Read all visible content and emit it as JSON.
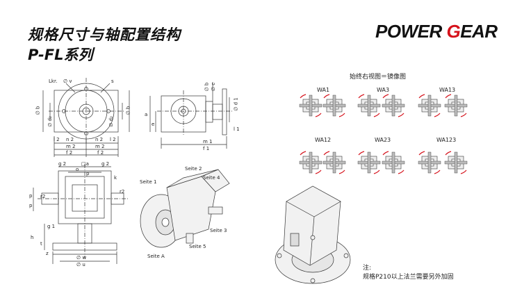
{
  "header": {
    "title": "规格尺寸与轴配置结构",
    "subtitle": "P-FL系列",
    "brand_prefix": "POWER ",
    "brand_highlight": "G",
    "brand_suffix": "EAR",
    "brand_accent_color": "#d6121b"
  },
  "front_view_labels": {
    "lkr": "Lkr.",
    "phi_v": "∅ v",
    "s": "s",
    "phi_b_left": "∅ b",
    "phi_b_right": "∅ b",
    "phi_d2_left": "∅ d₂",
    "phi_d2_right": "∅ d₂",
    "l2_left": "l 2",
    "n2_left": "n 2",
    "n2_right": "n 2",
    "l2_right": "l 2",
    "m2_left": "m 2",
    "m2_right": "m 2",
    "f2_left": "f 2",
    "f2_right": "f 2"
  },
  "side_view_labels": {
    "phi_b": "∅ b",
    "phi_c": "∅ c",
    "phi_d1": "∅ d 1",
    "a": "a",
    "e": "e",
    "l1": "l 1",
    "m1": "m 1",
    "f1": "f 1"
  },
  "bottom_view_labels": {
    "g2_left": "g 2",
    "square_a": "□a",
    "g2_right": "g 2",
    "o": "o",
    "p": "p",
    "k": "k",
    "r2_left": "r2",
    "r2_right": "r2",
    "p_left_1": "p",
    "p_left_2": "p",
    "g1": "g 1",
    "h": "h",
    "t": "t",
    "z": "z",
    "phi_w": "∅ w",
    "phi_u": "∅ u"
  },
  "isometric_labels": {
    "seite1": "Seite 1",
    "seite2": "Seite 2",
    "seite4": "Seite 4",
    "seite3": "Seite 3",
    "seite5": "Seite 5",
    "seiteA": "Seite A"
  },
  "configurations": {
    "caption": "始终右视图＝镜像图",
    "row1": [
      "WA1",
      "WA3",
      "WA13"
    ],
    "row2": [
      "WA12",
      "WA23",
      "WA123"
    ]
  },
  "note": {
    "label": "注:",
    "text": "规格P210以上法兰需要另外加固"
  }
}
